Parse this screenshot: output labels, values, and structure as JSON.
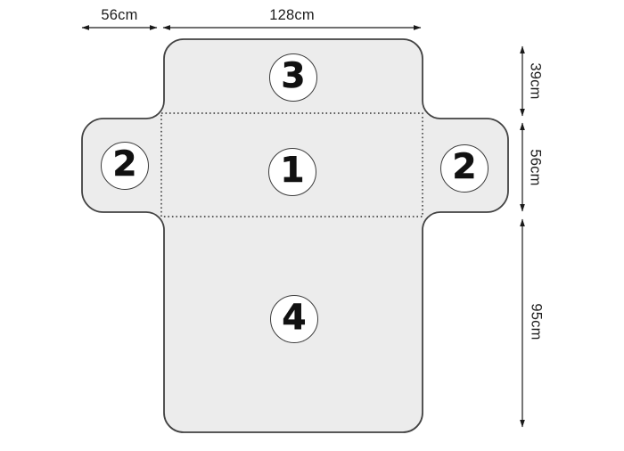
{
  "canvas": {
    "background": "#ffffff"
  },
  "shape": {
    "fill": "#ececec",
    "stroke": "#424242"
  },
  "sections": {
    "center": {
      "number": "1"
    },
    "left_flap": {
      "number": "2"
    },
    "right_flap": {
      "number": "2"
    },
    "top": {
      "number": "3"
    },
    "bottom": {
      "number": "4"
    }
  },
  "dimensions": {
    "flap_width": {
      "label": "56cm"
    },
    "body_width": {
      "label": "128cm"
    },
    "top_height": {
      "label": "39cm"
    },
    "middle_height": {
      "label": "56cm"
    },
    "bottom_height": {
      "label": "95cm"
    }
  }
}
